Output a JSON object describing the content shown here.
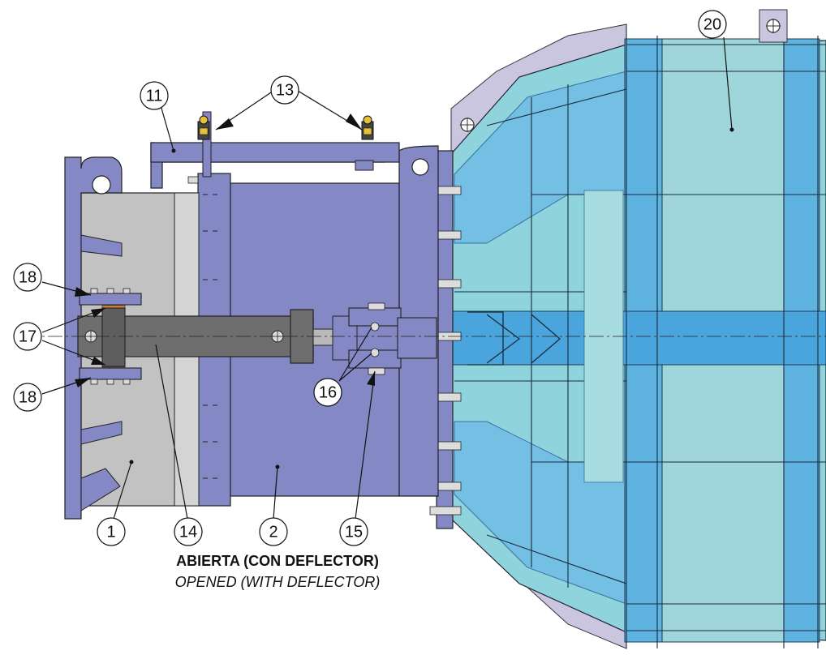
{
  "callouts": {
    "c1": "1",
    "c2": "2",
    "c11": "11",
    "c13": "13",
    "c14": "14",
    "c15": "15",
    "c16": "16",
    "c17": "17",
    "c18_top": "18",
    "c18_bottom": "18",
    "c20": "20"
  },
  "caption": {
    "spanish": "ABIERTA (CON DEFLECTOR)",
    "english": "OPENED (WITH DEFLECTOR)"
  },
  "colors": {
    "steel_purple": "#8488c4",
    "steel_purple_dark": "#6a6fae",
    "grey_body": "#c2c2c2",
    "cylinder_grey": "#6e6e6e",
    "lilac_shroud": "#cbc6e0",
    "duct_cyan": "#8fd4dc",
    "duct_blue": "#5eb3e0",
    "duct_blue_dark": "#3f92cc"
  }
}
